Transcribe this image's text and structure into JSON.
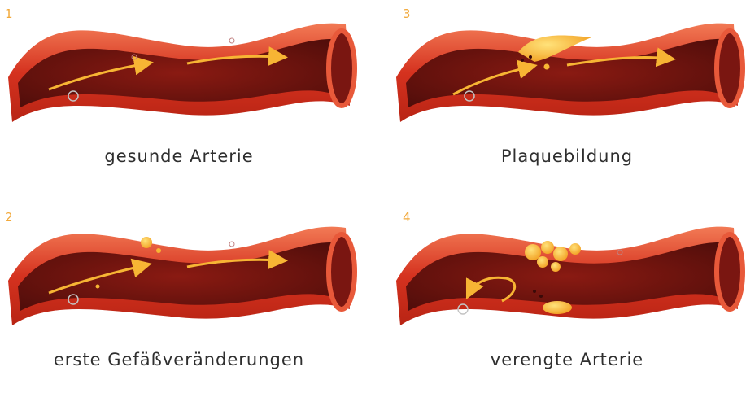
{
  "panels": [
    {
      "number": "1",
      "caption": "gesunde Arterie"
    },
    {
      "number": "3",
      "caption": "Plaquebildung"
    },
    {
      "number": "2",
      "caption": "erste Gefäßveränderungen"
    },
    {
      "number": "4",
      "caption": "verengte Arterie"
    }
  ],
  "colors": {
    "vessel_outer": "#d5321f",
    "vessel_wall": "#e8593a",
    "lumen": "#6e1410",
    "plaque": "#f7b534",
    "number": "#f2a93b",
    "caption": "#2f2f2f"
  },
  "icons": [
    "flow-arrow-icon",
    "plaque-deposit-icon",
    "blood-cell-icon"
  ]
}
